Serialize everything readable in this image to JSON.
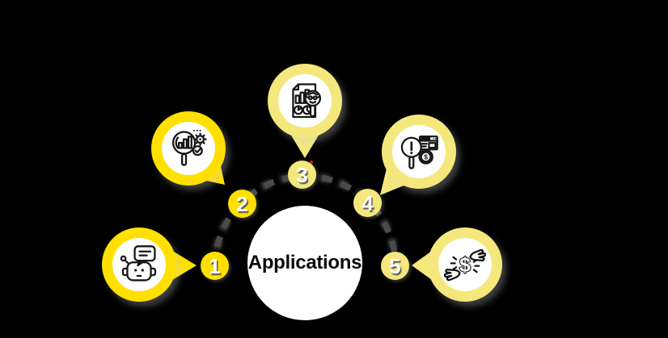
{
  "colors": {
    "background": "#000000",
    "saturated_yellow": "#FFE000",
    "pale_yellow": "#F4E87D",
    "dash_gray": "#4A4A4A",
    "icon_black": "#161616",
    "center_disc": "#FFFFFF",
    "number_text": "#FFFFFF"
  },
  "center": {
    "label": "Applications"
  },
  "steps": [
    {
      "number": "1",
      "icon": "chatbot-robot-speech-bubble",
      "tone": "saturated"
    },
    {
      "number": "2",
      "icon": "data-analysis-magnifier-gear-check",
      "tone": "saturated"
    },
    {
      "number": "3",
      "icon": "fraud-report-document-magnifier-face",
      "tone": "pale"
    },
    {
      "number": "4",
      "icon": "risk-alert-magnifier-money-card",
      "tone": "pale"
    },
    {
      "number": "5",
      "icon": "money-exchange-dollar-hands",
      "tone": "pale"
    }
  ],
  "glyphs": {
    "dollar": "$"
  }
}
